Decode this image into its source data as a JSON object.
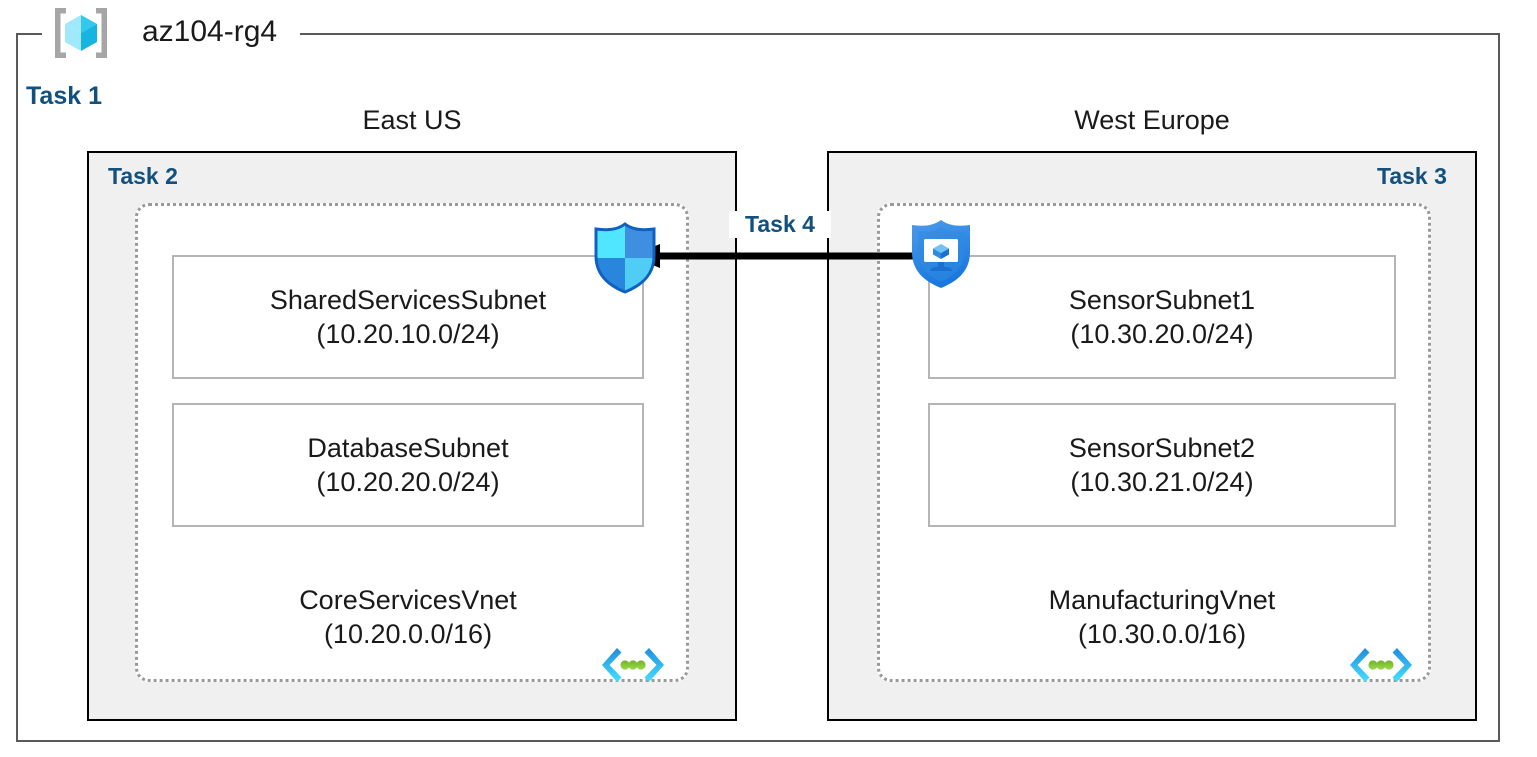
{
  "diagram": {
    "type": "azure-network-architecture",
    "resource_group": {
      "name": "az104-rg4",
      "icon": "resource-group-icon",
      "task_label": "Task 1"
    },
    "accent_color": "#12507e",
    "regions": [
      {
        "id": "east-us",
        "caption": "East US",
        "task_label": "Task 2",
        "task_label_align": "left",
        "vnet": {
          "name": "CoreServicesVnet",
          "cidr": "(10.20.0.0/16)",
          "icon": "vnet-icon",
          "subnets": [
            {
              "name": "SharedServicesSubnet",
              "cidr": "(10.20.10.0/24)"
            },
            {
              "name": "DatabaseSubnet",
              "cidr": "(10.20.20.0/24)"
            }
          ]
        },
        "security_icon": "shield-firewall-icon"
      },
      {
        "id": "west-europe",
        "caption": "West Europe",
        "task_label": "Task 3",
        "task_label_align": "right",
        "vnet": {
          "name": "ManufacturingVnet",
          "cidr": "(10.30.0.0/16)",
          "icon": "vnet-icon",
          "subnets": [
            {
              "name": "SensorSubnet1",
              "cidr": "(10.30.20.0/24)"
            },
            {
              "name": "SensorSubnet2",
              "cidr": "(10.30.21.0/24)"
            }
          ]
        },
        "security_icon": "shield-monitor-icon"
      }
    ],
    "connection": {
      "task_label": "Task 4",
      "direction": "right-to-left",
      "icon": "arrow-left-icon",
      "color": "#000000"
    }
  }
}
